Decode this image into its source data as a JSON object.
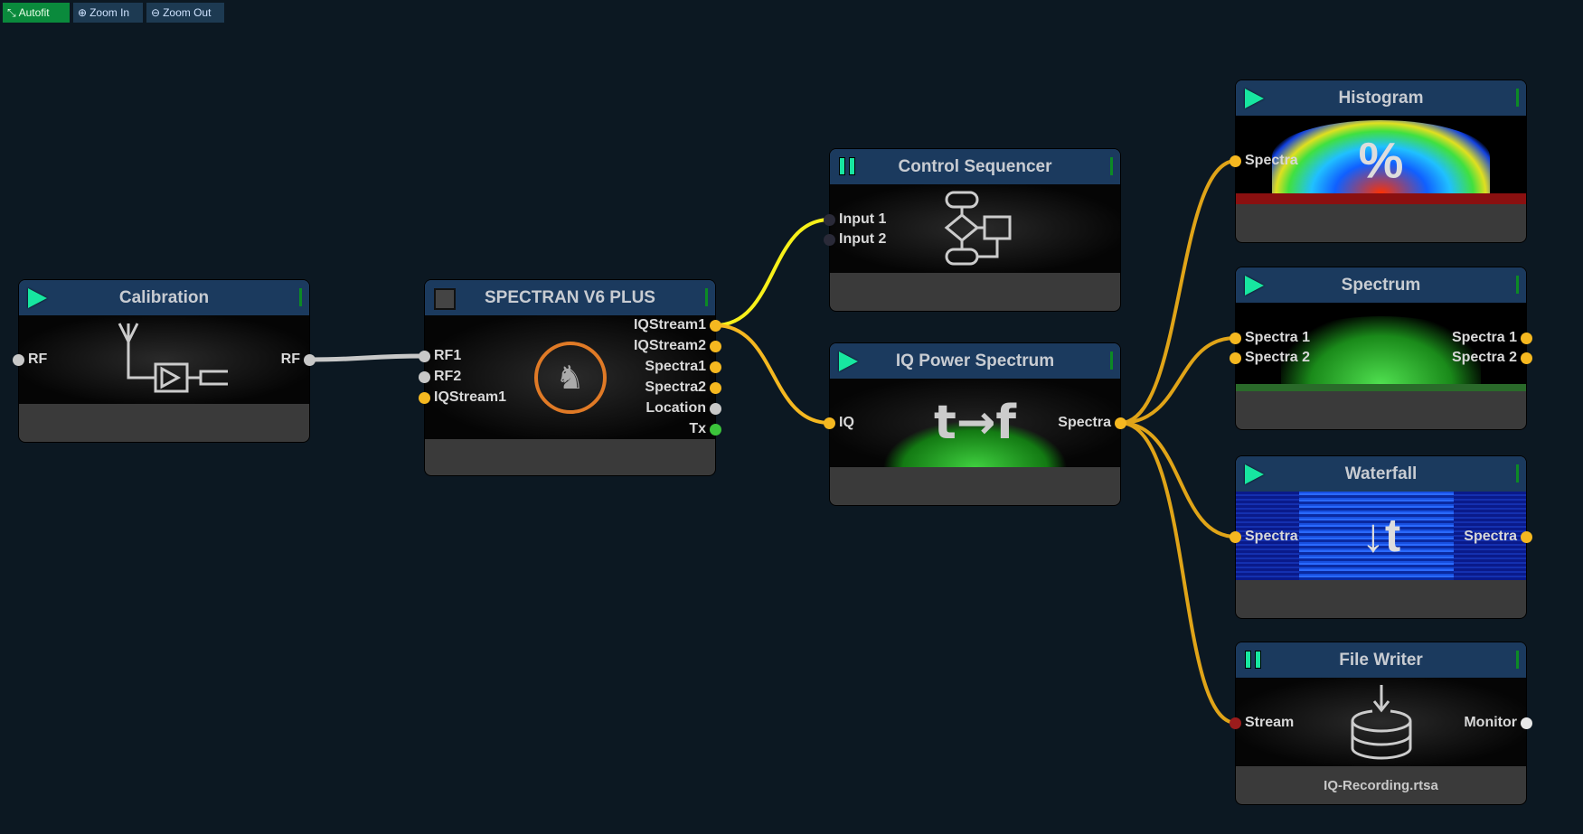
{
  "toolbar": {
    "autofit": "Autofit",
    "zoom_in": "Zoom In",
    "zoom_out": "Zoom Out"
  },
  "colors": {
    "stream": "#f5b820",
    "control": "#f7f01a",
    "rf": "#c8c8c8",
    "tx": "#3bc43b",
    "error": "#9b1c1c"
  },
  "nodes": {
    "calibration": {
      "title": "Calibration",
      "in": [
        "RF"
      ],
      "out": [
        "RF"
      ]
    },
    "spectran": {
      "title": "SPECTRAN V6 PLUS",
      "in": [
        "RF1",
        "RF2",
        "IQStream1"
      ],
      "out": [
        "IQStream1",
        "IQStream2",
        "Spectra1",
        "Spectra2",
        "Location",
        "Tx"
      ]
    },
    "control": {
      "title": "Control Sequencer",
      "in": [
        "Input 1",
        "Input 2"
      ]
    },
    "iqpower": {
      "title": "IQ Power Spectrum",
      "in": [
        "IQ"
      ],
      "out": [
        "Spectra"
      ],
      "icon_text": "t→f"
    },
    "histogram": {
      "title": "Histogram",
      "in": [
        "Spectra"
      ],
      "icon_text": "%"
    },
    "spectrum": {
      "title": "Spectrum",
      "in": [
        "Spectra 1",
        "Spectra 2"
      ],
      "out": [
        "Spectra 1",
        "Spectra 2"
      ]
    },
    "waterfall": {
      "title": "Waterfall",
      "in": [
        "Spectra"
      ],
      "out": [
        "Spectra"
      ],
      "icon_text": "↓t"
    },
    "filewriter": {
      "title": "File Writer",
      "in": [
        "Stream"
      ],
      "out": [
        "Monitor"
      ],
      "footer": "IQ-Recording.rtsa"
    }
  }
}
